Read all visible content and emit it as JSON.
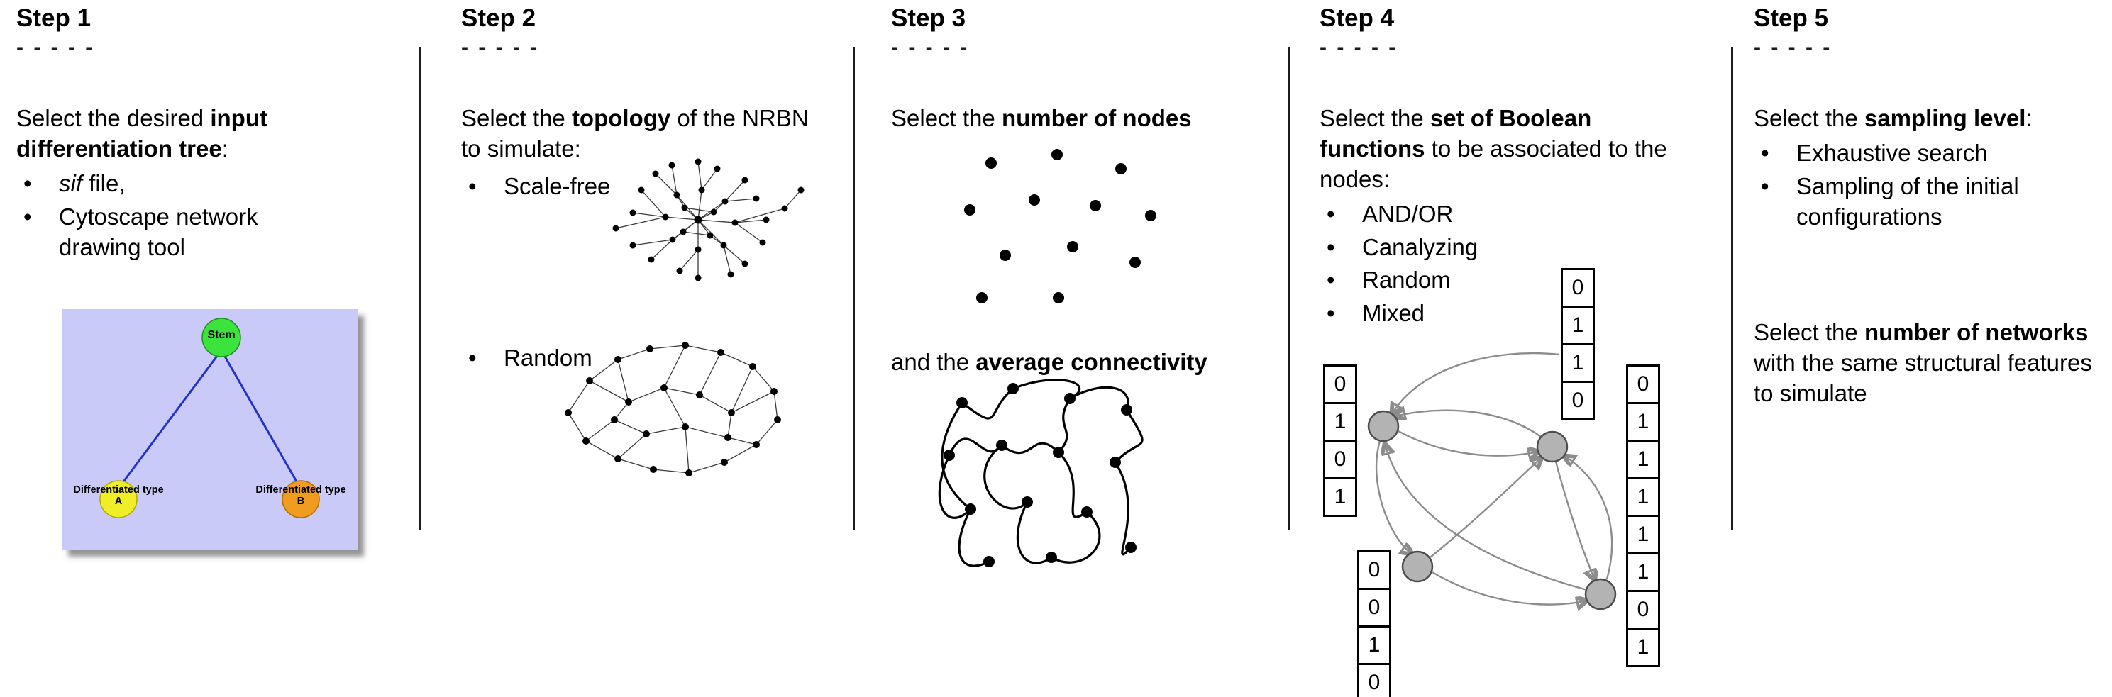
{
  "ui": {
    "bullet_char": "•"
  },
  "steps": [
    {
      "title": "Step 1",
      "dashes": "- - - - -",
      "intro": {
        "pre": "Select the desired ",
        "bold": "input differentiation tree",
        "post": ":"
      },
      "bullets": [
        {
          "italic": "sif",
          "text": " file,"
        },
        {
          "italic": "",
          "text": "Cytoscape network drawing tool"
        }
      ],
      "tree": {
        "root_label": "Stem",
        "left_label": "Differentiated type A",
        "right_label": "Differentiated type B",
        "panel_color": "#cacaf8",
        "root_color": "#3ce33c",
        "left_color": "#f0ee26",
        "right_color": "#ef9c20",
        "edge_color": "#2233cc"
      }
    },
    {
      "title": "Step 2",
      "dashes": "- - - - -",
      "intro": {
        "pre": "Select the ",
        "bold": "topology",
        "post": " of the NRBN to simulate:"
      },
      "bullets": [
        {
          "text": "Scale-free"
        },
        {
          "text": "Random"
        }
      ]
    },
    {
      "title": "Step 3",
      "dashes": "- - - - -",
      "intro": {
        "pre": "Select the ",
        "bold": "number of nodes",
        "post": ""
      },
      "second": {
        "pre": "and the ",
        "bold": "average connectivity",
        "post": ""
      }
    },
    {
      "title": "Step 4",
      "dashes": "- - - - -",
      "intro": {
        "pre": "Select the ",
        "bold": "set of Boolean functions",
        "post": " to be associated to the nodes:"
      },
      "bullets": [
        {
          "text": "AND/OR"
        },
        {
          "text": "Canalyzing"
        },
        {
          "text": "Random"
        },
        {
          "text": "Mixed"
        }
      ],
      "tables": {
        "top": [
          "0",
          "1",
          "1",
          "0"
        ],
        "left": [
          "0",
          "1",
          "0",
          "1"
        ],
        "right": [
          "0",
          "1",
          "1",
          "1",
          "1",
          "1",
          "0",
          "1"
        ],
        "bottom": [
          "0",
          "0",
          "1",
          "0"
        ]
      }
    },
    {
      "title": "Step 5",
      "dashes": "- - - - -",
      "intro": {
        "pre": "Select the ",
        "bold": "sampling level",
        "post": ":"
      },
      "bullets": [
        {
          "text": "Exhaustive search"
        },
        {
          "text": "Sampling of the initial configurations"
        }
      ],
      "second": {
        "pre": "Select the ",
        "bold": "number of networks",
        "post": " with the same structural features to simulate"
      }
    }
  ]
}
